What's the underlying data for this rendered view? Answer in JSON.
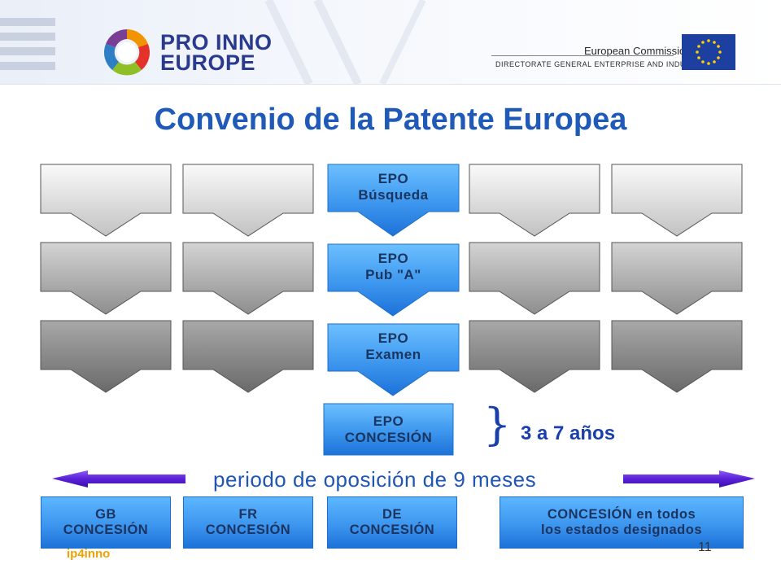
{
  "header": {
    "brand_line1": "PRO INNO",
    "brand_line2": "EUROPE",
    "commission_name": "European Commission",
    "directorate": "DIRECTORATE GENERAL ENTERPRISE AND INDUSTRY"
  },
  "title": "Convenio de la Patente Europea",
  "epo_steps": [
    {
      "line1": "EPO",
      "line2": "Búsqueda"
    },
    {
      "line1": "EPO",
      "line2": "Pub \"A\""
    },
    {
      "line1": "EPO",
      "line2": "Examen"
    },
    {
      "line1": "EPO",
      "line2": "CONCESIÓN"
    }
  ],
  "duration_label": "3 a 7 años",
  "opposition_label": "periodo de oposición de 9 meses",
  "grants": [
    {
      "line1": "GB",
      "line2": "CONCESIÓN"
    },
    {
      "line1": "FR",
      "line2": "CONCESIÓN"
    },
    {
      "line1": "DE",
      "line2": "CONCESIÓN"
    },
    {
      "line1": "CONCESIÓN en todos",
      "line2": "los estados designados"
    }
  ],
  "footer": {
    "brand": "ip4inno",
    "page_number": "11"
  },
  "colors": {
    "title_blue": "#1f5ab9",
    "epo_blue": "#3d96ee",
    "arrow_purple": "#6a2ee0",
    "footer_orange": "#f0a000"
  }
}
